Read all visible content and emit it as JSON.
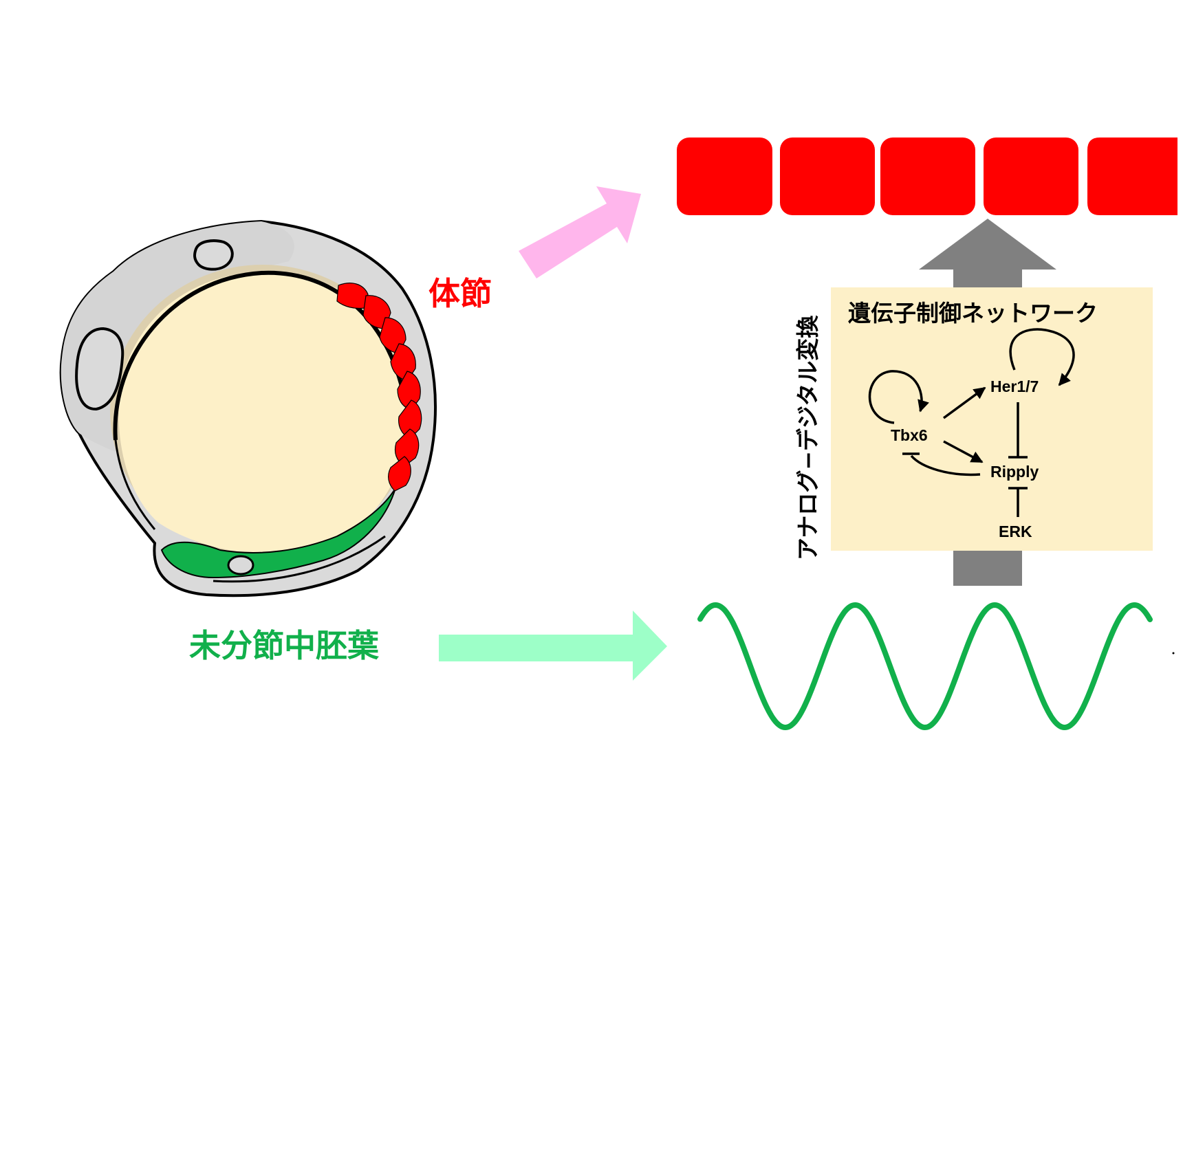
{
  "labels": {
    "somite": "体節",
    "psm": "未分節中胚葉",
    "conversion": "アナログ−デジタル変換",
    "network_title": "遺伝子制御ネットワーク"
  },
  "network": {
    "tbx6": "Tbx6",
    "her": "Her1/7",
    "ripply": "Ripply",
    "erk": "ERK"
  },
  "colors": {
    "somite": "#ff0000",
    "psm": "#11b04b",
    "pink_arrow": "#ffb6ec",
    "green_arrow": "#9dffc8",
    "gray_arrow": "#808080",
    "network_box": "#fdf0c8",
    "yolk": "#fdf0c8",
    "embryo": "#dadada"
  }
}
